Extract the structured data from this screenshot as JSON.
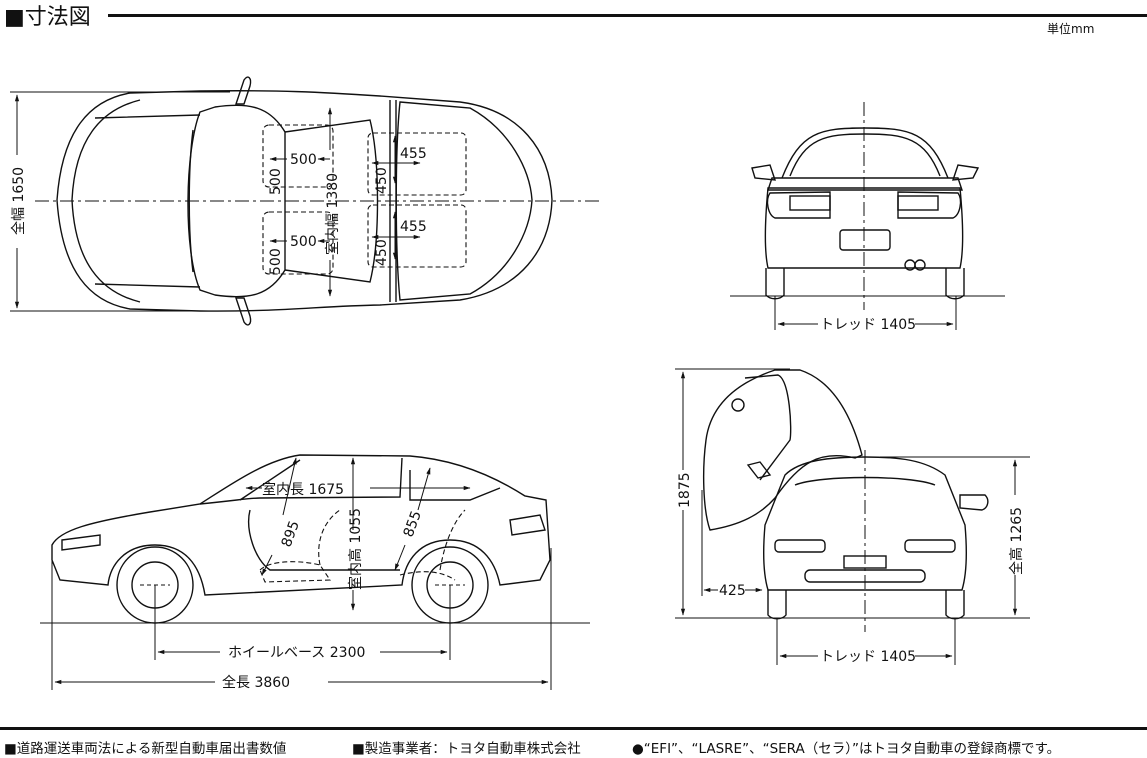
{
  "header": {
    "title": "■寸法図",
    "unit": "単位mm"
  },
  "top_view": {
    "overall_width": "全幅 1650",
    "interior_width": "室内幅 1380",
    "front_seat_width_upper": "500",
    "front_seat_width_lower": "500",
    "front_seat_depth_upper": "500",
    "front_seat_depth_lower": "500",
    "rear_seat_width_upper": "455",
    "rear_seat_width_lower": "455",
    "rear_seat_depth_upper": "450",
    "rear_seat_depth_lower": "450"
  },
  "rear_view": {
    "tread": "トレッド 1405"
  },
  "side_view": {
    "interior_length": "室内長 1675",
    "interior_height": "室内高 1055",
    "front_headroom": "895",
    "rear_headroom": "855",
    "wheelbase": "ホイールベース 2300",
    "overall_length": "全長 3860"
  },
  "front_view": {
    "door_open_height": "1875",
    "door_open_clearance": "425",
    "overall_height": "全高 1265",
    "tread": "トレッド 1405"
  },
  "footer": {
    "note1": "■道路運送車両法による新型自動車届出書数値",
    "note2": "■製造事業者：トヨタ自動車株式会社",
    "note3": "●“EFI”、“LASRE”、“SERA（セラ）”はトヨタ自動車の登録商標です。"
  }
}
